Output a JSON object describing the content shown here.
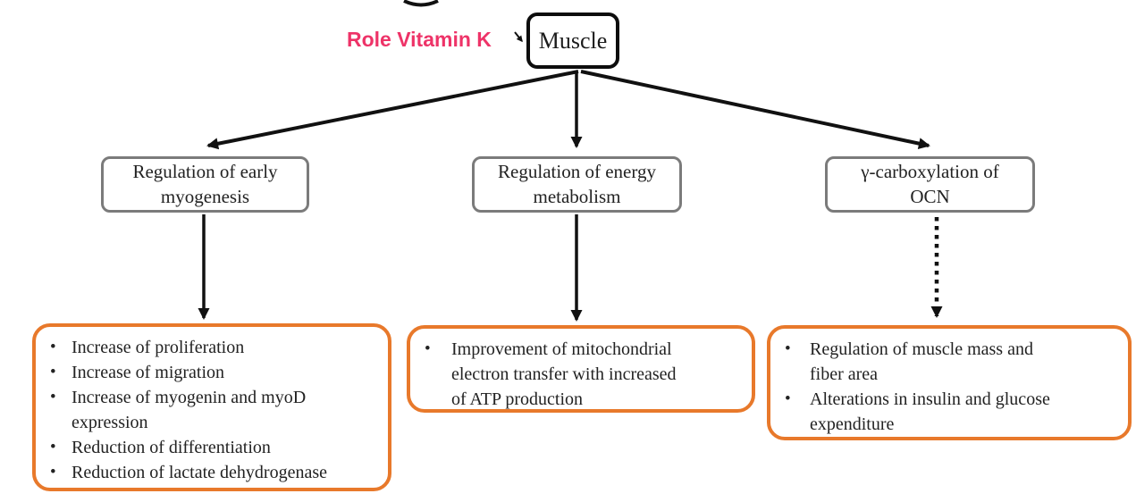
{
  "figure": {
    "title": "Role Vitamin K",
    "root_label": "Muscle"
  },
  "branches": [
    {
      "label": "Regulation of early\nmyogenesis",
      "arrow_style": "solid"
    },
    {
      "label": "Regulation of energy\nmetabolism",
      "arrow_style": "solid"
    },
    {
      "label": "γ-carboxylation of\nOCN",
      "arrow_style": "dotted"
    }
  ],
  "outcomes": [
    {
      "items": [
        "Increase of proliferation",
        "Increase of migration",
        "Increase of myogenin and myoD\nexpression",
        "Reduction of differentiation",
        "Reduction of lactate dehydrogenase"
      ]
    },
    {
      "items": [
        "Improvement of mitochondrial\nelectron transfer with increased\nof ATP production"
      ]
    },
    {
      "items": [
        "Regulation of muscle mass and\nfiber area",
        "Alterations in insulin and glucose\nexpenditure"
      ]
    }
  ],
  "colors": {
    "title_pink": "#EE3368",
    "branch_border_gray": "#7B7B7B",
    "outcome_border_orange": "#E8792B",
    "arrow_black": "#111111"
  }
}
